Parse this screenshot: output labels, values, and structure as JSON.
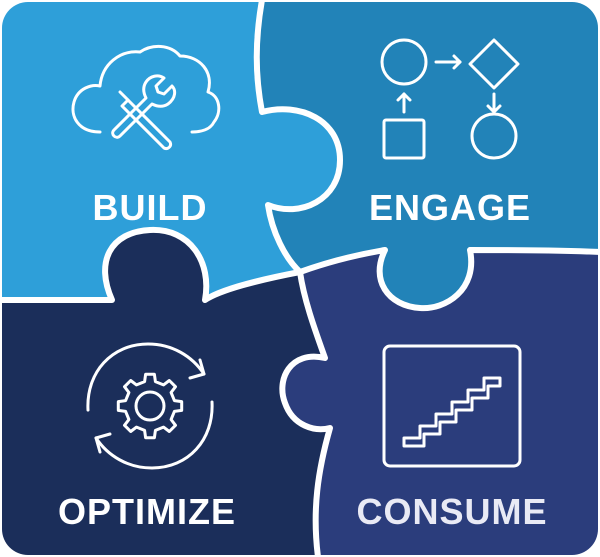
{
  "pieces": {
    "build": {
      "label": "BUILD",
      "icon": "cloud-tools-icon",
      "color": "#2e9fd9"
    },
    "engage": {
      "label": "ENGAGE",
      "icon": "flowchart-icon",
      "color": "#2283b8"
    },
    "optimize": {
      "label": "OPTIMIZE",
      "icon": "gear-cycle-icon",
      "color": "#1b2e5a"
    },
    "consume": {
      "label": "CONSUME",
      "icon": "stairs-icon",
      "color": "#2b3d7c"
    }
  },
  "colors": {
    "seam": "#ffffff",
    "icon_stroke": "#ffffff",
    "consume_text": "#e9eaf5"
  }
}
